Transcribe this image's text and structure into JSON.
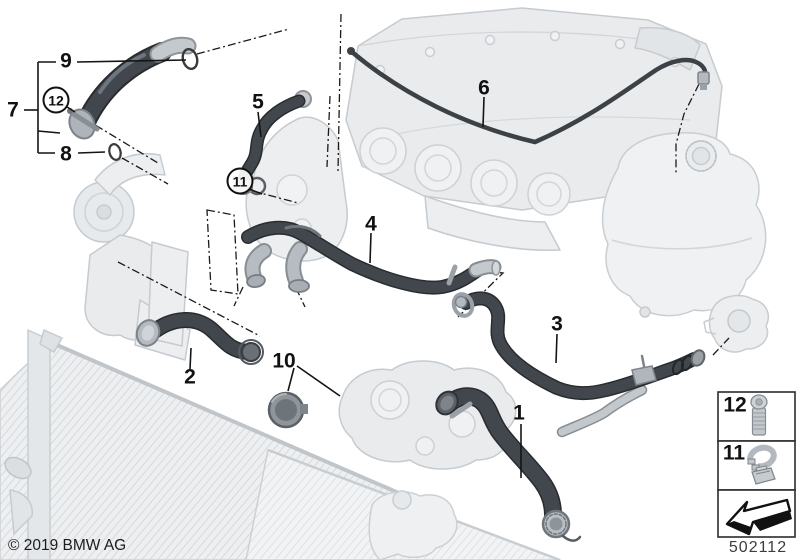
{
  "diagram": {
    "copyright": "© 2019 BMW AG",
    "diagram_number": "502112",
    "callouts": [
      {
        "label": "9",
        "circled": false
      },
      {
        "label": "7",
        "circled": false
      },
      {
        "label": "12",
        "circled": true
      },
      {
        "label": "8",
        "circled": false
      },
      {
        "label": "5",
        "circled": false
      },
      {
        "label": "11",
        "circled": true
      },
      {
        "label": "6",
        "circled": false
      },
      {
        "label": "4",
        "circled": false
      },
      {
        "label": "2",
        "circled": false
      },
      {
        "label": "10",
        "circled": false
      },
      {
        "label": "3",
        "circled": false
      },
      {
        "label": "1",
        "circled": false
      }
    ],
    "legend": {
      "items": [
        {
          "label": "12",
          "icon": "screw-icon"
        },
        {
          "label": "11",
          "icon": "hose-clamp-icon"
        },
        {
          "label": "",
          "icon": "direction-arrow-icon"
        }
      ]
    },
    "colors": {
      "background": "#ffffff",
      "hose_dark": "#42474d",
      "ghost_fill": "#e9ebed",
      "ghost_stroke": "#c6cbd0",
      "line": "#161616"
    }
  }
}
